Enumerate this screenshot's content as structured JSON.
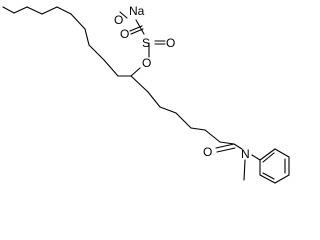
{
  "molecule": {
    "atom_labels": {
      "sodium": "Na",
      "sulfate_o_na": "O",
      "sulfur": "S",
      "sulfate_o_double_1": "O",
      "sulfate_o_double_2": "O",
      "ester_oxygen": "O",
      "carbonyl_oxygen": "O",
      "amide_nitrogen": "N"
    }
  }
}
